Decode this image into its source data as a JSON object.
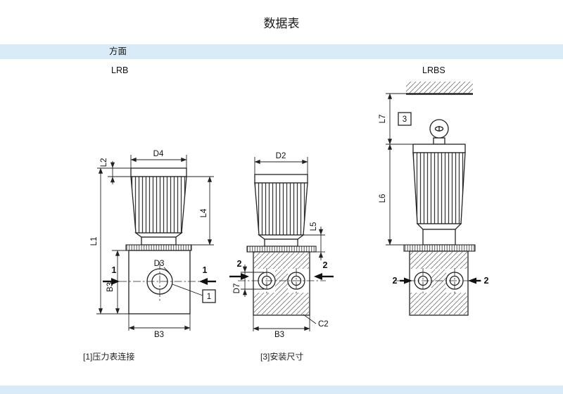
{
  "page": {
    "title": "数据表",
    "section_header": "方面"
  },
  "colors": {
    "band": "#d9ebf7"
  },
  "figures": {
    "lrb_label": "LRB",
    "lrbs_label": "LRBS"
  },
  "dims": {
    "d4": "D4",
    "l2": "L2",
    "l1": "L1",
    "l4": "L4",
    "b3_side": "B3",
    "d3": "D3",
    "b3_bottom_left_fig": "B3",
    "d2": "D2",
    "l5": "L5",
    "d7": "D7",
    "b3_bottom_mid_fig": "B3",
    "c2": "C2",
    "l7": "L7",
    "l6": "L6"
  },
  "section_marks": {
    "cut1": "1",
    "cut2": "2"
  },
  "ref_boxes": {
    "gauge_ref": "1",
    "mount_ref": "3"
  },
  "notes": {
    "gauge_note": "[1]压力表连接",
    "mount_note": "[3]安装尺寸"
  }
}
